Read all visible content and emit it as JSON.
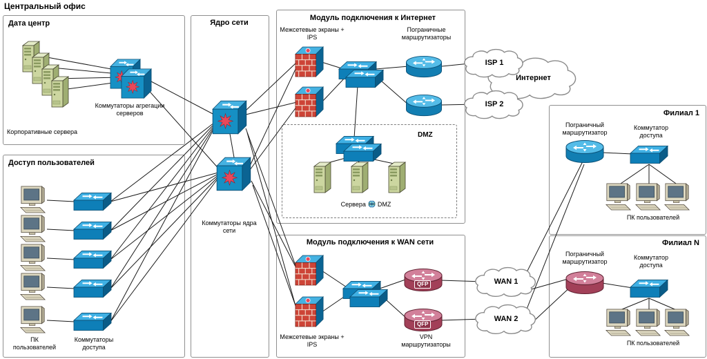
{
  "page": {
    "title": "Центральный офис"
  },
  "colors": {
    "switch_blue": "#1690c4",
    "router_blue": "#127eb2",
    "vpn_router_red": "#a24058",
    "server_green": "#ccd6a0",
    "firewall_brick": "#cd4437"
  },
  "datacenter": {
    "title": "Дата центр",
    "servers_label": "Корпоративные сервера",
    "agg_switches_label": "Коммутаторы агрегации серверов"
  },
  "core": {
    "title": "Ядро сети",
    "switches_label": "Коммутаторы ядра сети"
  },
  "access": {
    "title": "Доступ пользователей",
    "pcs_label": "ПК пользователей",
    "switches_label": "Коммутаторы доступа"
  },
  "internet_module": {
    "title": "Модуль подключения к Интернет",
    "firewalls_label": "Межсетевые экраны + IPS",
    "border_routers_label": "Пограничные маршрутизаторы",
    "dmz": {
      "title": "DMZ",
      "servers_label_prefix": "Сервера",
      "servers_label_suffix": "DMZ"
    }
  },
  "wan_module": {
    "title": "Модуль подключения к WAN сети",
    "firewalls_label": "Межсетевые экраны + IPS",
    "vpn_routers_label": "VPN маршрутизаторы",
    "qfp_badge": "QFP"
  },
  "clouds": {
    "isp1": "ISP 1",
    "isp2": "ISP 2",
    "internet": "Интернет",
    "wan1": "WAN 1",
    "wan2": "WAN 2"
  },
  "branch1": {
    "title": "Филиал 1",
    "router_label": "Пограничный маршрутизатор",
    "switch_label": "Коммутатор доступа",
    "pcs_label": "ПК пользователей"
  },
  "branchN": {
    "title": "Филиал N",
    "router_label": "Пограничный маршрутизатор",
    "switch_label": "Коммутатор доступа",
    "pcs_label": "ПК пользователей"
  }
}
